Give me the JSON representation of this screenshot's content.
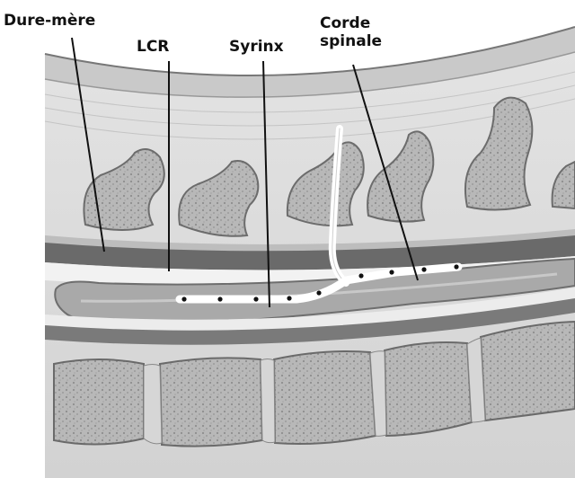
{
  "labels": {
    "dura": "Dure-mère",
    "csf": "LCR",
    "syrinx": "Syrinx",
    "cord_line1": "Corde",
    "cord_line2": "spinale"
  },
  "colors": {
    "tissue": "#d9d9d9",
    "bone": "#b5b5b5",
    "dark_band": "#6a6a6a",
    "leader": "#111111"
  }
}
